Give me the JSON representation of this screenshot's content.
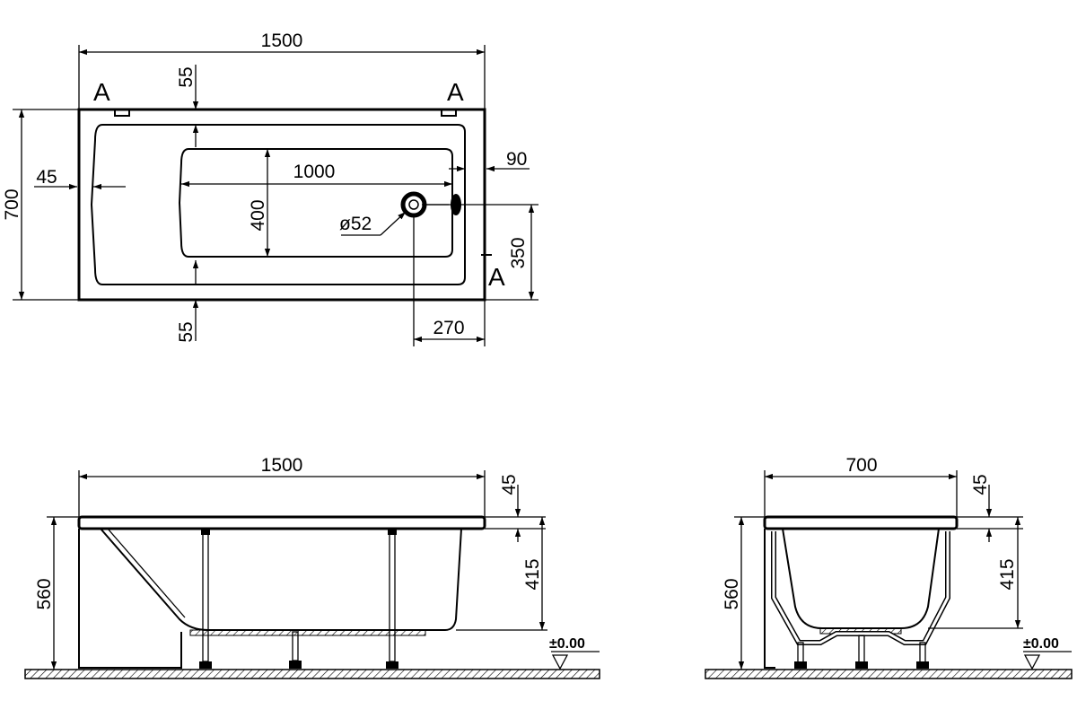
{
  "plan_view": {
    "length": "1500",
    "width": "700",
    "rim_top": "55",
    "rim_bottom": "55",
    "rim_side": "45",
    "seat_length": "1000",
    "seat_width": "400",
    "drain_diameter": "ø52",
    "overflow_offset": "90",
    "drain_offset_y": "350",
    "drain_offset_x": "270",
    "section_marker": "A"
  },
  "front_view": {
    "length": "1500",
    "height": "560",
    "rim_thickness": "45",
    "depth": "415",
    "floor_level": "±0.00"
  },
  "side_view": {
    "width": "700",
    "height": "560",
    "rim_thickness": "45",
    "depth": "415",
    "floor_level": "±0.00"
  }
}
